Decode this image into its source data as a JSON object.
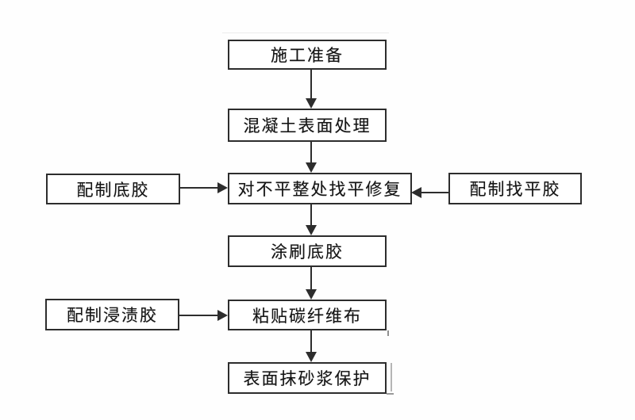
{
  "diagram": {
    "type": "flowchart",
    "title": "",
    "nodes": [
      {
        "id": "n1",
        "label": "施工准备"
      },
      {
        "id": "n2",
        "label": "混凝土表面处理"
      },
      {
        "id": "n3",
        "label": "对不平整处找平修复"
      },
      {
        "id": "n4",
        "label": "涂刷底胶"
      },
      {
        "id": "n5",
        "label": "粘贴碳纤维布"
      },
      {
        "id": "n6",
        "label": "表面抹砂浆保护"
      },
      {
        "id": "s1",
        "label": "配制底胶"
      },
      {
        "id": "s2",
        "label": "配制找平胶"
      },
      {
        "id": "s3",
        "label": "配制浸渍胶"
      }
    ],
    "edges": [
      {
        "from": "施工准备",
        "to": "混凝土表面处理",
        "direction": "down"
      },
      {
        "from": "混凝土表面处理",
        "to": "对不平整处找平修复",
        "direction": "down"
      },
      {
        "from": "配制底胶",
        "to": "对不平整处找平修复",
        "direction": "right"
      },
      {
        "from": "配制找平胶",
        "to": "对不平整处找平修复",
        "direction": "left"
      },
      {
        "from": "对不平整处找平修复",
        "to": "涂刷底胶",
        "direction": "down"
      },
      {
        "from": "涂刷底胶",
        "to": "粘贴碳纤维布",
        "direction": "down"
      },
      {
        "from": "配制浸渍胶",
        "to": "粘贴碳纤维布",
        "direction": "right"
      },
      {
        "from": "粘贴碳纤维布",
        "to": "表面抹砂浆保护",
        "direction": "down"
      }
    ],
    "colors": {
      "background": "#fefefe",
      "box_fill": "#ffffff",
      "box_border": "#2d2d2d",
      "text": "#141414",
      "arrow": "#2d2d2d"
    }
  }
}
